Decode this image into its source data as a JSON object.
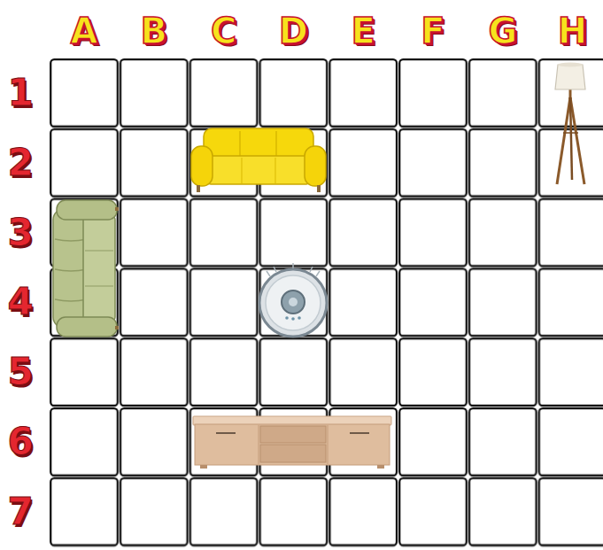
{
  "diagram": {
    "labels": [
      "A",
      "B",
      "C",
      "D",
      "E",
      "F",
      "G",
      "H",
      "1",
      "2",
      "3",
      "4",
      "5",
      "6",
      "7"
    ]
  }
}
